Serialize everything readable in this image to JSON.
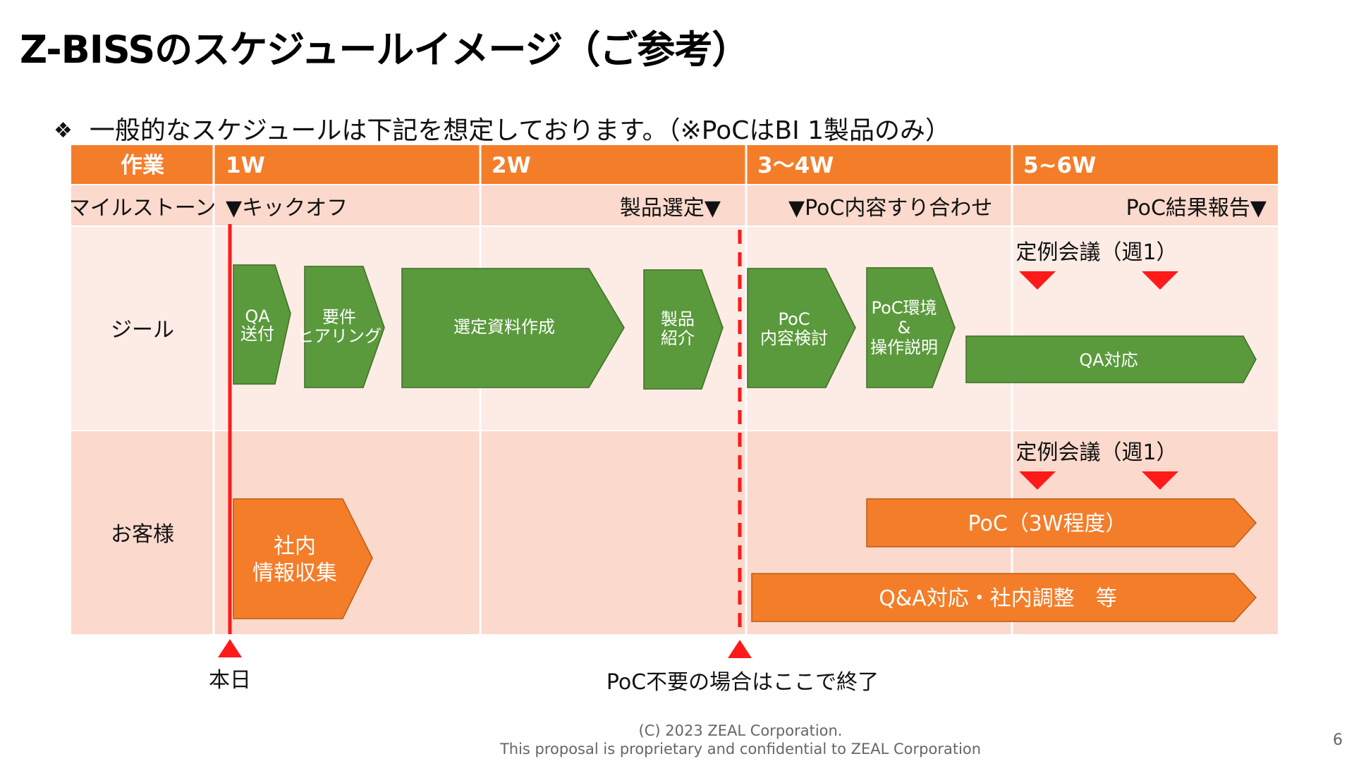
{
  "slide": {
    "title": "Z-BISSのスケジュールイメージ（ご参考）",
    "bullet": "一般的なスケジュールは下記を想定しております。（※PoCはBI 1製品のみ）",
    "bullet_icon": "diamond-bullet-icon",
    "footer_line1": "(C) 2023 ZEAL Corporation.",
    "footer_line2": "This proposal is proprietary and confidential to ZEAL Corporation",
    "page_number": "6"
  },
  "colors": {
    "header_orange": "#f47d29",
    "milestone_bg": "#fbd9cc",
    "zeal_row_bg": "#fdebe5",
    "customer_row_bg": "#fbd9cc",
    "green": "#5a9a3c",
    "orange": "#f47d29",
    "red": "#ff1a1a"
  },
  "table": {
    "header": [
      "作業",
      "1W",
      "2W",
      "3～4W",
      "5~6W"
    ],
    "milestone_label": "マイルストーン",
    "milestones": [
      "▼キックオフ",
      "製品選定▼",
      "▼PoC内容すり合わせ",
      "PoC結果報告▼"
    ],
    "row_zeal": "ジール",
    "row_customer": "お客様"
  },
  "zeal_tasks": [
    {
      "lines": [
        "QA",
        "送付"
      ]
    },
    {
      "lines": [
        "要件",
        "ヒアリング"
      ]
    },
    {
      "lines": [
        "選定資料作成"
      ]
    },
    {
      "lines": [
        "製品",
        "紹介"
      ]
    },
    {
      "lines": [
        "PoC",
        "内容検討"
      ]
    },
    {
      "lines": [
        "PoC環境",
        "&",
        "操作説明"
      ]
    },
    {
      "lines": [
        "QA対応"
      ]
    }
  ],
  "customer_tasks": [
    {
      "lines": [
        "社内",
        "情報収集"
      ]
    },
    {
      "lines": [
        "PoC（3W程度）"
      ]
    },
    {
      "lines": [
        "Q&A対応・社内調整　等"
      ]
    }
  ],
  "meeting_label_zeal": "定例会議（週1）",
  "meeting_label_customer": "定例会議（週1）",
  "today_label": "本日",
  "poc_end_label": "PoC不要の場合はここで終了"
}
